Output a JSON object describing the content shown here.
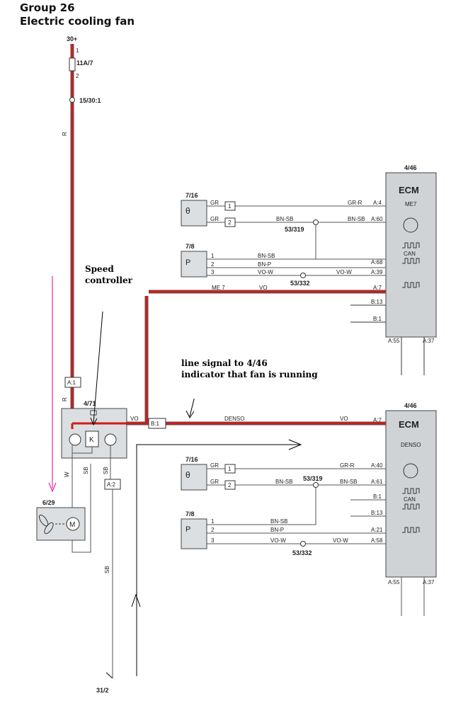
{
  "page": {
    "group": "Group 26",
    "title": "Electric cooling fan"
  },
  "notes": {
    "speed_controller_1": "Speed",
    "speed_controller_2": "controller",
    "line_signal_1": "line signal to 4/46",
    "line_signal_2": "indicator that fan is running"
  },
  "supply": {
    "terminal": "30+",
    "fuse": "11A/7",
    "fuse_pin_top": "1",
    "fuse_pin_bottom": "2",
    "splice": "15/30:1",
    "wire_color": "R"
  },
  "fan_module": {
    "id": "4/71",
    "connector_a1": "A:1",
    "connector_a2": "A:2",
    "connector_b1": "B:1",
    "wire_w": "W",
    "wire_sb_1": "SB",
    "wire_sb_2": "SB",
    "wire_vo": "VO",
    "wire_r": "R"
  },
  "fan_motor": {
    "id": "6/29"
  },
  "ground": {
    "id": "31/2",
    "wire": "SB"
  },
  "ecm_me7": {
    "id": "4/46",
    "title": "ECM",
    "variant": "ME7",
    "can": "CAN",
    "pins": [
      "A:4",
      "A:60",
      "A:68",
      "A:39",
      "A:7",
      "B:13",
      "B:1",
      "A:55",
      "A:37"
    ],
    "temp_sensor": "7/16",
    "pressure_sensor": "7/8",
    "splice_1": "53/319",
    "splice_2": "53/332",
    "wires": {
      "gr": "GR",
      "gr_r": "GR-R",
      "bn_sb": "BN-SB",
      "bn_p": "BN-P",
      "vo_w": "VO-W",
      "me7": "ME 7",
      "vo": "VO"
    },
    "pin_numbers": [
      "1",
      "2",
      "1",
      "2",
      "3"
    ]
  },
  "ecm_denso": {
    "id": "4/46",
    "title": "ECM",
    "variant": "DENSO",
    "can": "CAN",
    "pins": [
      "A:7",
      "A:40",
      "A:61",
      "B:1",
      "B:13",
      "A:21",
      "A:58",
      "A:55",
      "A:37"
    ],
    "temp_sensor": "7/16",
    "pressure_sensor": "7/8",
    "splice_1": "53/319",
    "splice_2": "53/332",
    "wires": {
      "denso": "DENSO",
      "vo": "VO",
      "gr": "GR",
      "gr_r": "GR-R",
      "bn_sb": "BN-SB",
      "bn_p": "BN-P",
      "vo_w": "VO-W"
    },
    "pin_numbers": [
      "1",
      "2",
      "1",
      "2",
      "3"
    ]
  },
  "colors": {
    "highlight": "#d41a1a",
    "wire": "#555555",
    "ecm_fill": "#cfd3d6",
    "component_fill": "#dcdfe1",
    "arrow_magenta": "#e0008a"
  }
}
